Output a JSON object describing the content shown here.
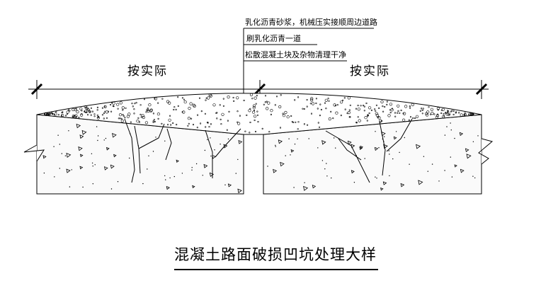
{
  "drawing": {
    "title": "混凝土路面破损凹坑处理大样",
    "notes": [
      "乳化沥青砂浆，机械压实接顺周边道路",
      "刷乳化沥青一道",
      "松散混凝土块及杂物清理干净"
    ],
    "dimension_labels": [
      "按实际",
      "按实际"
    ]
  }
}
